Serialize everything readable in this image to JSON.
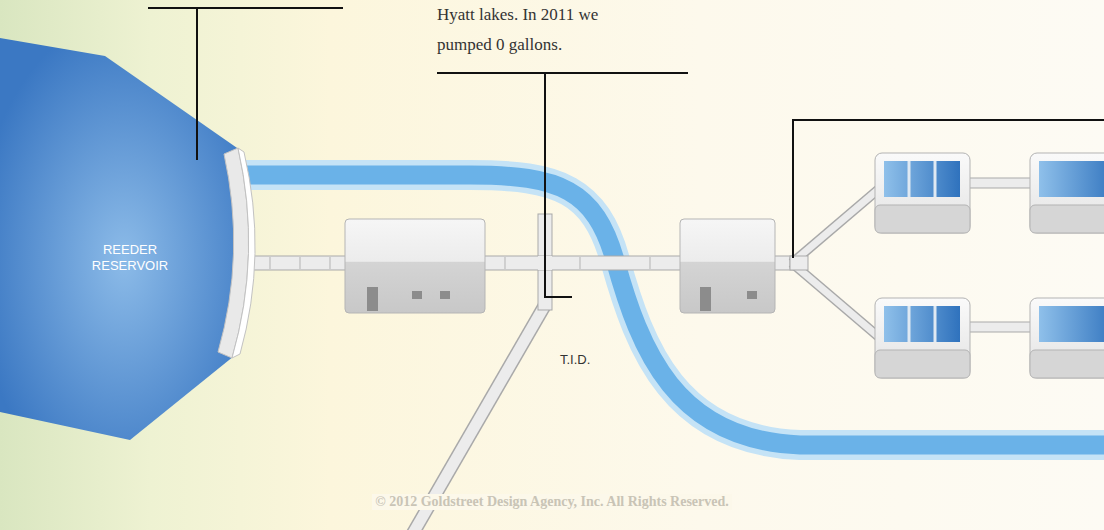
{
  "diagram": {
    "nodes": [
      {
        "text": [
          "REEDER RESERVOIR"
        ]
      }
    ],
    "labels": [
      "Hyatt lakes. In 2011 we pumped 0 gallons.",
      "T.I.D.",
      "© 2012 Goldstreet Design Agency, Inc. All Rights Reserved."
    ]
  }
}
